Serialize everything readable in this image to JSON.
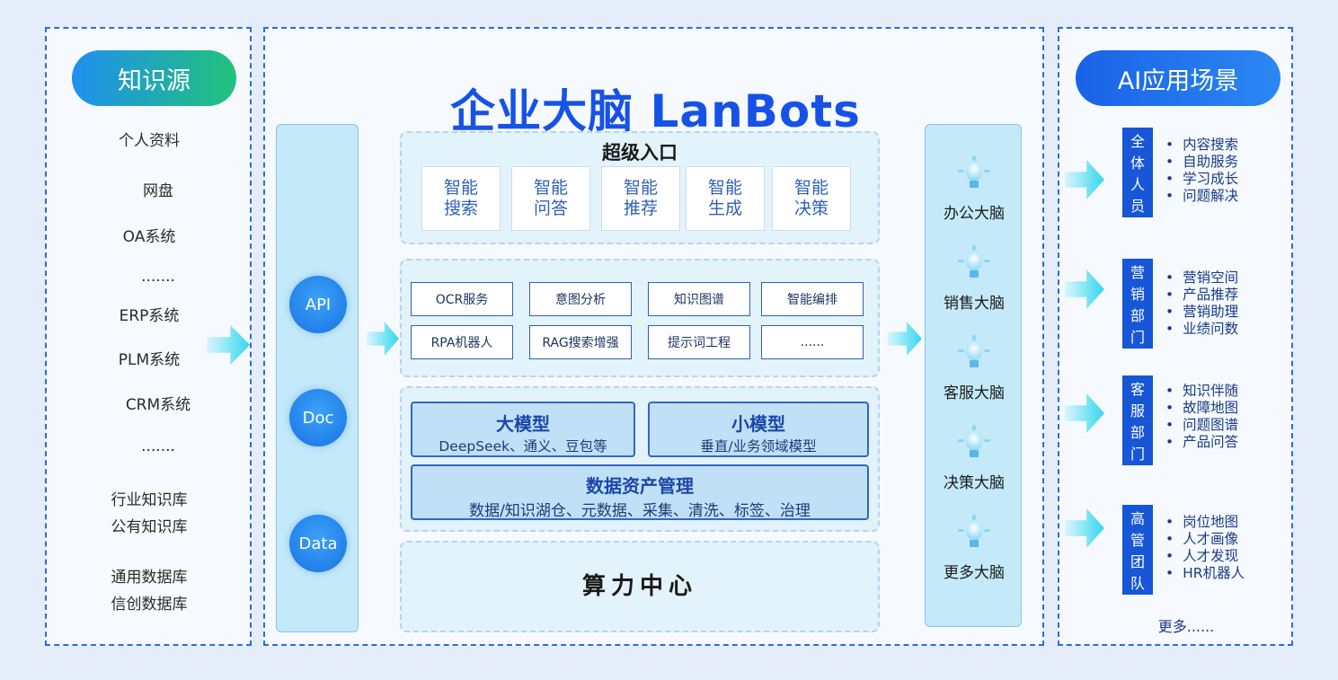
{
  "knowledge_sources": {
    "title": "知识源",
    "items": [
      "个人资料",
      "网盘",
      "OA系统",
      ".......",
      "ERP系统",
      "PLM系统",
      "CRM系统",
      ".......",
      "行业知识库",
      "公有知识库",
      "通用数据库",
      "信创数据库"
    ]
  },
  "center": {
    "title": "企业大脑 LanBots",
    "interfaces": [
      "API",
      "Doc",
      "Data"
    ],
    "entry": {
      "title": "超级入口",
      "cards": [
        {
          "l1": "智能",
          "l2": "搜索"
        },
        {
          "l1": "智能",
          "l2": "问答"
        },
        {
          "l1": "智能",
          "l2": "推荐"
        },
        {
          "l1": "智能",
          "l2": "生成"
        },
        {
          "l1": "智能",
          "l2": "决策"
        }
      ]
    },
    "services": [
      "OCR服务",
      "意图分析",
      "知识图谱",
      "智能编排",
      "RPA机器人",
      "RAG搜索增强",
      "提示词工程",
      "......"
    ],
    "large_model": {
      "title": "大模型",
      "sub": "DeepSeek、通义、豆包等"
    },
    "small_model": {
      "title": "小模型",
      "sub": "垂直/业务领域模型"
    },
    "data_assets": {
      "title": "数据资产管理",
      "sub": "数据/知识湖仓、元数据、采集、清洗、标签、治理"
    },
    "compute": "算力中心",
    "brains": [
      "办公大脑",
      "销售大脑",
      "客服大脑",
      "决策大脑",
      "更多大脑"
    ]
  },
  "scenarios": {
    "title": "AI应用场景",
    "departments": [
      {
        "name": [
          "全",
          "体",
          "人",
          "员"
        ],
        "items": [
          "内容搜索",
          "自助服务",
          "学习成长",
          "问题解决"
        ]
      },
      {
        "name": [
          "营",
          "销",
          "部",
          "门"
        ],
        "items": [
          "营销空间",
          "产品推荐",
          "营销助理",
          "业绩问数"
        ]
      },
      {
        "name": [
          "客",
          "服",
          "部",
          "门"
        ],
        "items": [
          "知识伴随",
          "故障地图",
          "问题图谱",
          "产品问答"
        ]
      },
      {
        "name": [
          "高",
          "管",
          "团",
          "队"
        ],
        "items": [
          "岗位地图",
          "人才画像",
          "人才发现",
          "HR机器人"
        ]
      }
    ],
    "more": "更多......"
  },
  "colors": {
    "accent_blue": "#1652e8",
    "dept_blue": "#1756d6",
    "arrow_cyan": "#34d6ee",
    "source_gradient_start": "#1f8ff0",
    "source_gradient_end": "#22c27a"
  }
}
